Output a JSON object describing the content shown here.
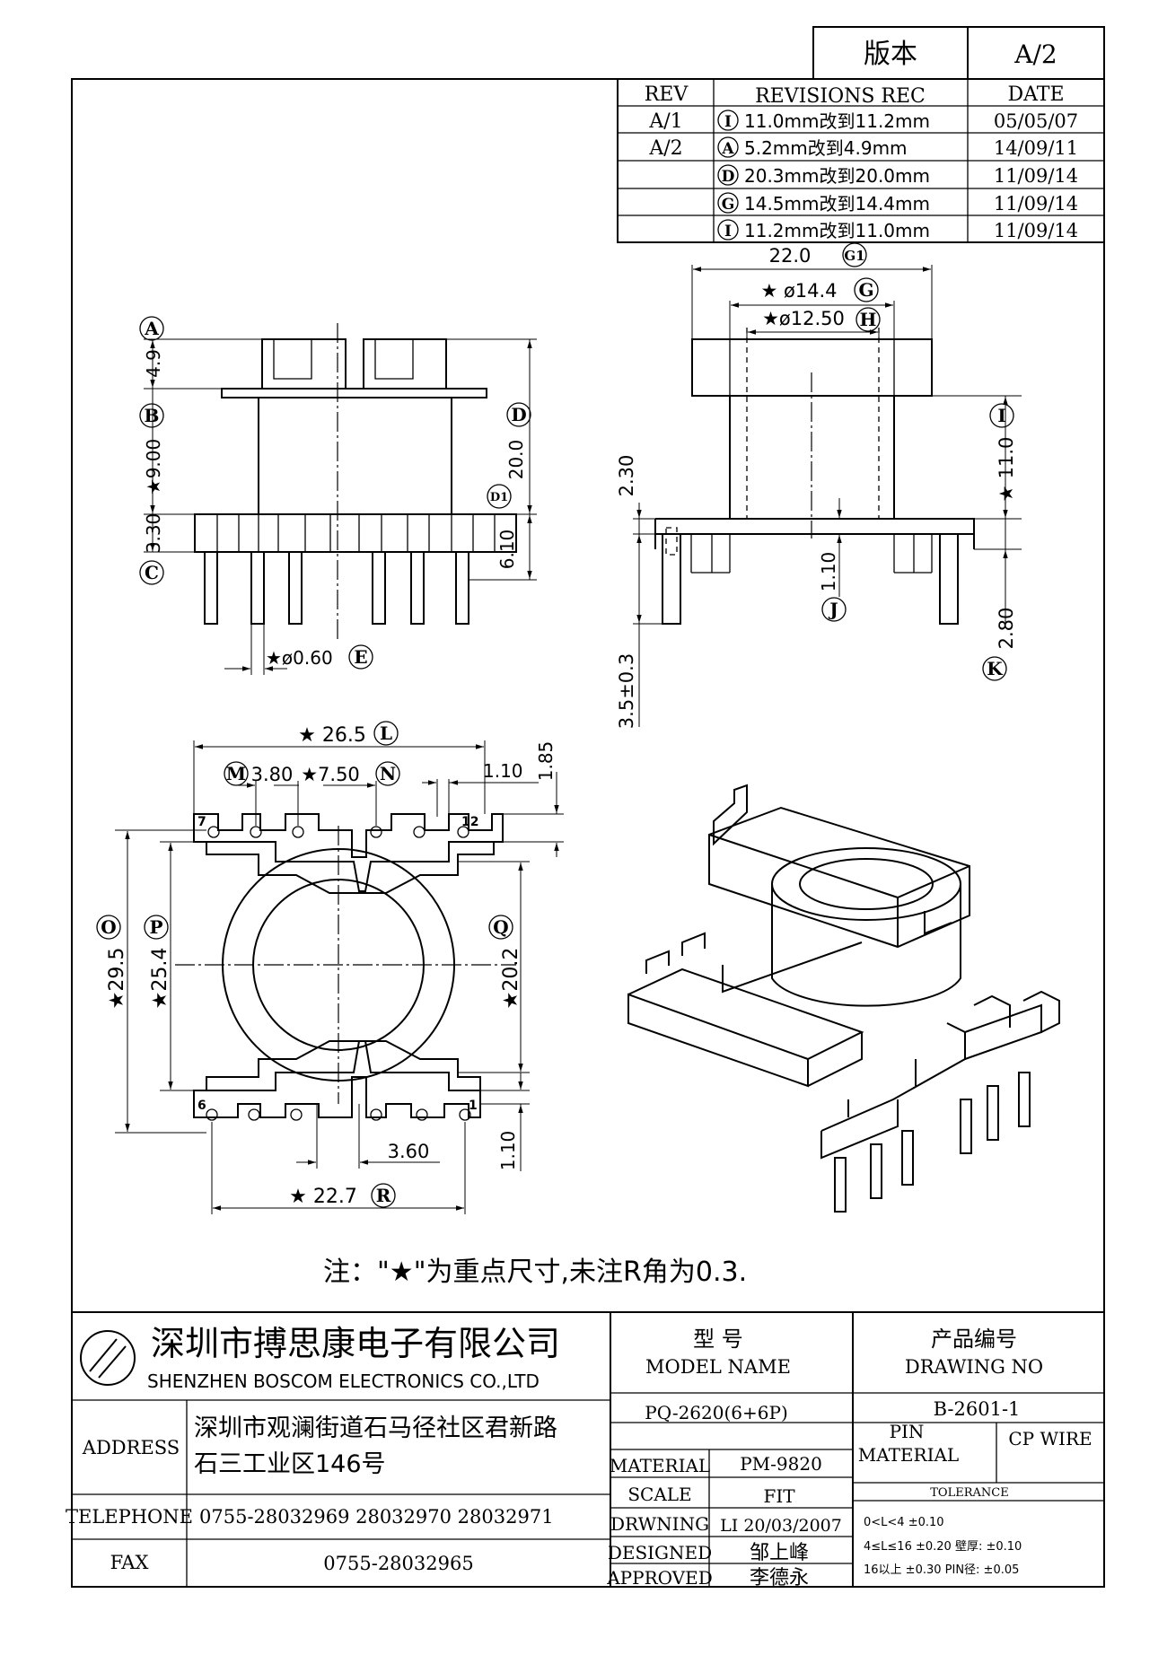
{
  "version": {
    "label": "版本",
    "value": "A/2"
  },
  "revisions": {
    "headers": [
      "REV",
      "REVISIONS REC",
      "DATE"
    ],
    "rows": [
      {
        "rev": "A/1",
        "mark": "I",
        "text": "11.0mm改到11.2mm",
        "date": "05/05/07"
      },
      {
        "rev": "A/2",
        "mark": "A",
        "text": "5.2mm改到4.9mm",
        "date": "14/09/11"
      },
      {
        "rev": "",
        "mark": "D",
        "text": "20.3mm改到20.0mm",
        "date": "11/09/14"
      },
      {
        "rev": "",
        "mark": "G",
        "text": "14.5mm改到14.4mm",
        "date": "11/09/14"
      },
      {
        "rev": "",
        "mark": "I",
        "text": "11.2mm改到11.0mm",
        "date": "11/09/14"
      }
    ]
  },
  "dimensions": {
    "front": {
      "A": "A",
      "A_val": "4.9",
      "B": "B",
      "B_val": "★9.00",
      "C": "C",
      "C_val": "3.30",
      "D": "D",
      "D_val": "20.0",
      "D1": "D1",
      "D1_val": "6.10",
      "E": "E",
      "E_val": "★ø0.60"
    },
    "side": {
      "G1": "G1",
      "G1_val": "22.0",
      "G": "G",
      "G_val": "★ ø14.4",
      "H": "H",
      "H_val": "★ø12.50",
      "I": "I",
      "I_val": "11.0",
      "I_star": "★",
      "d230": "2.30",
      "J": "J",
      "J_val": "1.10",
      "K": "K",
      "K_val": "2.80",
      "d35": "3.5±0.3"
    },
    "bottom": {
      "L": "L",
      "L_val": "★ 26.5",
      "M": "M",
      "M_val": "3.80",
      "N": "N",
      "N_val": "★7.50",
      "d110a": "1.10",
      "d185": "1.85",
      "O": "O",
      "O_val": "★29.5",
      "P": "P",
      "P_val": "★25.4",
      "Q": "Q",
      "Q_val": "★20.2",
      "d360": "3.60",
      "d110b": "1.10",
      "R": "R",
      "R_val": "★ 22.7",
      "pin7": "7",
      "pin12": "12",
      "pin6": "6",
      "pin1": "1"
    }
  },
  "note": "注：\"★\"为重点尺寸,未注R角为0.3.",
  "title_block": {
    "company_cn": "深圳市搏思康电子有限公司",
    "company_en": "SHENZHEN BOSCOM ELECTRONICS CO.,LTD",
    "address_label": "ADDRESS",
    "address_line1": "深圳市观澜街道石马径社区君新路",
    "address_line2": "石三工业区146号",
    "telephone_label": "TELEPHONE",
    "telephone": "0755-28032969 28032970 28032971",
    "fax_label": "FAX",
    "fax": "0755-28032965",
    "model_cn": "型    号",
    "model_en": "MODEL NAME",
    "model_value": "PQ-2620(6+6P)",
    "drawing_cn": "产品编号",
    "drawing_en": "DRAWING NO",
    "drawing_value": "B-2601-1",
    "material_label": "MATERIAL",
    "material_value": "PM-9820",
    "pin_material_label1": "PIN",
    "pin_material_label2": "MATERIAL",
    "pin_material_value": "CP WIRE",
    "scale_label": "SCALE",
    "scale_value": "FIT",
    "drawing_label": "DRWNING",
    "drawing_date": "LI 20/03/2007",
    "designed_label": "DESIGNED",
    "designed_value": "邹上峰",
    "approved_label": "APPROVED",
    "approved_value": "李德永",
    "tolerance_label": "TOLERANCE",
    "tol1": "0<L<4    ±0.10",
    "tol2": "4≤L≤16  ±0.20  壁厚:  ±0.10",
    "tol3": "16以上     ±0.30  PIN径: ±0.05"
  }
}
